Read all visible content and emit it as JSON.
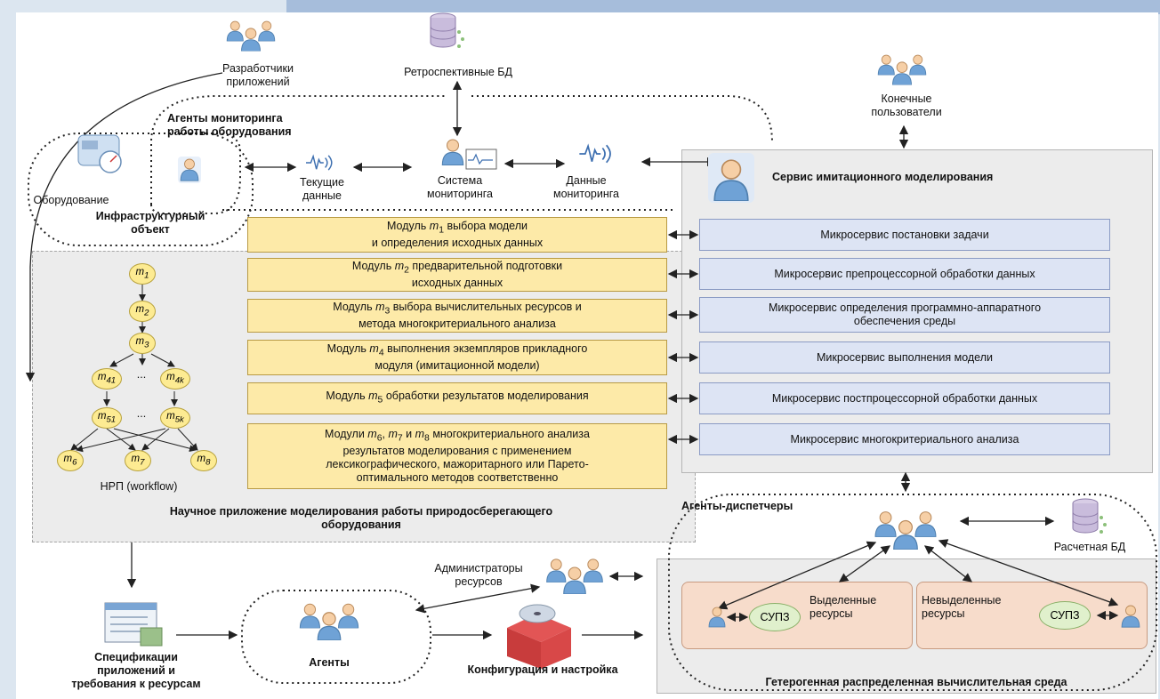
{
  "labels": {
    "app_developers": "Разработчики\nприложений",
    "retro_db": "Ретроспективные БД",
    "end_users": "Конечные\nпользователи",
    "monitoring_agents": "Агенты мониторинга\nработы оборудования",
    "equipment": "Оборудование",
    "infra_object": "Инфраструктурный\nобъект",
    "current_data": "Текущие\nданные",
    "monitoring_system": "Система\nмониторинга",
    "monitoring_data": "Данные\nмониторинга",
    "sim_service": "Сервис имитационного моделирования",
    "workflow": "НРП (workflow)",
    "sci_app": "Научное приложение моделирования работы природосберегающего\nоборудования",
    "dispatch_agents": "Агенты-диспетчеры",
    "calc_db": "Расчетная БД",
    "resource_admins": "Администраторы\nресурсов",
    "specs": "Спецификации\nприложений и\nтребования к ресурсам",
    "agents": "Агенты",
    "config": "Конфигурация и настройка",
    "allocated": "Выделенные\nресурсы",
    "unallocated": "Невыделенные\nресурсы",
    "supz": "СУПЗ",
    "hetero_env": "Гетерогенная распределенная вычислительная среда"
  },
  "modules": [
    {
      "pre": "Модуль ",
      "sym": "m",
      "sub": "1",
      "post": " выбора модели\nи определения исходных данных"
    },
    {
      "pre": "Модуль ",
      "sym": "m",
      "sub": "2",
      "post": "  предварительной подготовки\nисходных данных"
    },
    {
      "pre": "Модуль ",
      "sym": "m",
      "sub": "3",
      "post": " выбора вычислительных ресурсов и\nметода многокритериального анализа"
    },
    {
      "pre": "Модуль ",
      "sym": "m",
      "sub": "4",
      "post": " выполнения экземпляров прикладного\nмодуля (имитационной модели)"
    },
    {
      "pre": "Модуль ",
      "sym": "m",
      "sub": "5",
      "post": " обработки результатов моделирования"
    },
    {
      "pre": "Модули ",
      "sym": "m",
      "sub": "6",
      "post": ", m7 и m8 многокритериального анализа\nрезультатов моделирования с применением\nлексикографического, мажоритарного или Парето-\nоптимального методов соответственно"
    }
  ],
  "microservices": [
    "Микросервис постановки задачи",
    "Микросервис препроцессорной обработки данных",
    "Микросервис определения программно-аппаратного\nобеспечения среды",
    "Микросервис выполнения модели",
    "Микросервис постпроцессорной обработки данных",
    "Микросервис многокритериального анализа"
  ],
  "workflow_nodes": {
    "m1": "m1",
    "m2": "m2",
    "m3": "m3",
    "m41": "m41",
    "m4k": "m4k",
    "m51": "m51",
    "m5k": "m5k",
    "m6": "m6",
    "m7": "m7",
    "m8": "m8",
    "ellipsis": "..."
  },
  "icons": {
    "people": "people-group-icon",
    "database": "database-icon",
    "agent": "agent-person-icon",
    "signal": "signal-wave-icon",
    "equipment": "gauge-equipment-icon",
    "spec": "document-spec-icon",
    "config": "disc-box-config-icon"
  },
  "colors": {
    "module_fill": "#fdeaa8",
    "microservice_fill": "#dde4f4",
    "panel_fill": "#ececec",
    "resource_fill": "#f7dccb",
    "supz_fill": "#e0f0cc",
    "node_fill": "#fdeb92"
  }
}
